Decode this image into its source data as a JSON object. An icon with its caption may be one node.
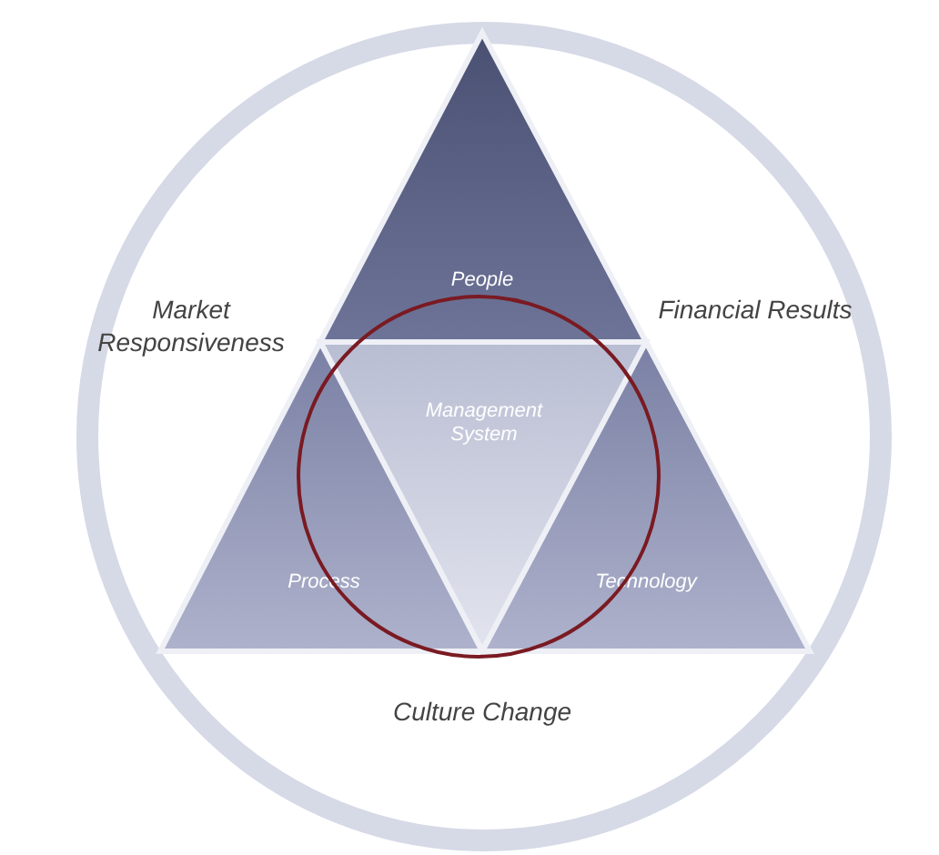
{
  "diagram": {
    "nodes": [
      {
        "text": [
          "People"
        ]
      },
      {
        "text": [
          "Management System"
        ]
      },
      {
        "text": [
          "Process"
        ]
      },
      {
        "text": [
          "Technology"
        ]
      }
    ],
    "labels": [
      "Market Responsiveness",
      "Financial Results",
      "Culture Change"
    ]
  }
}
